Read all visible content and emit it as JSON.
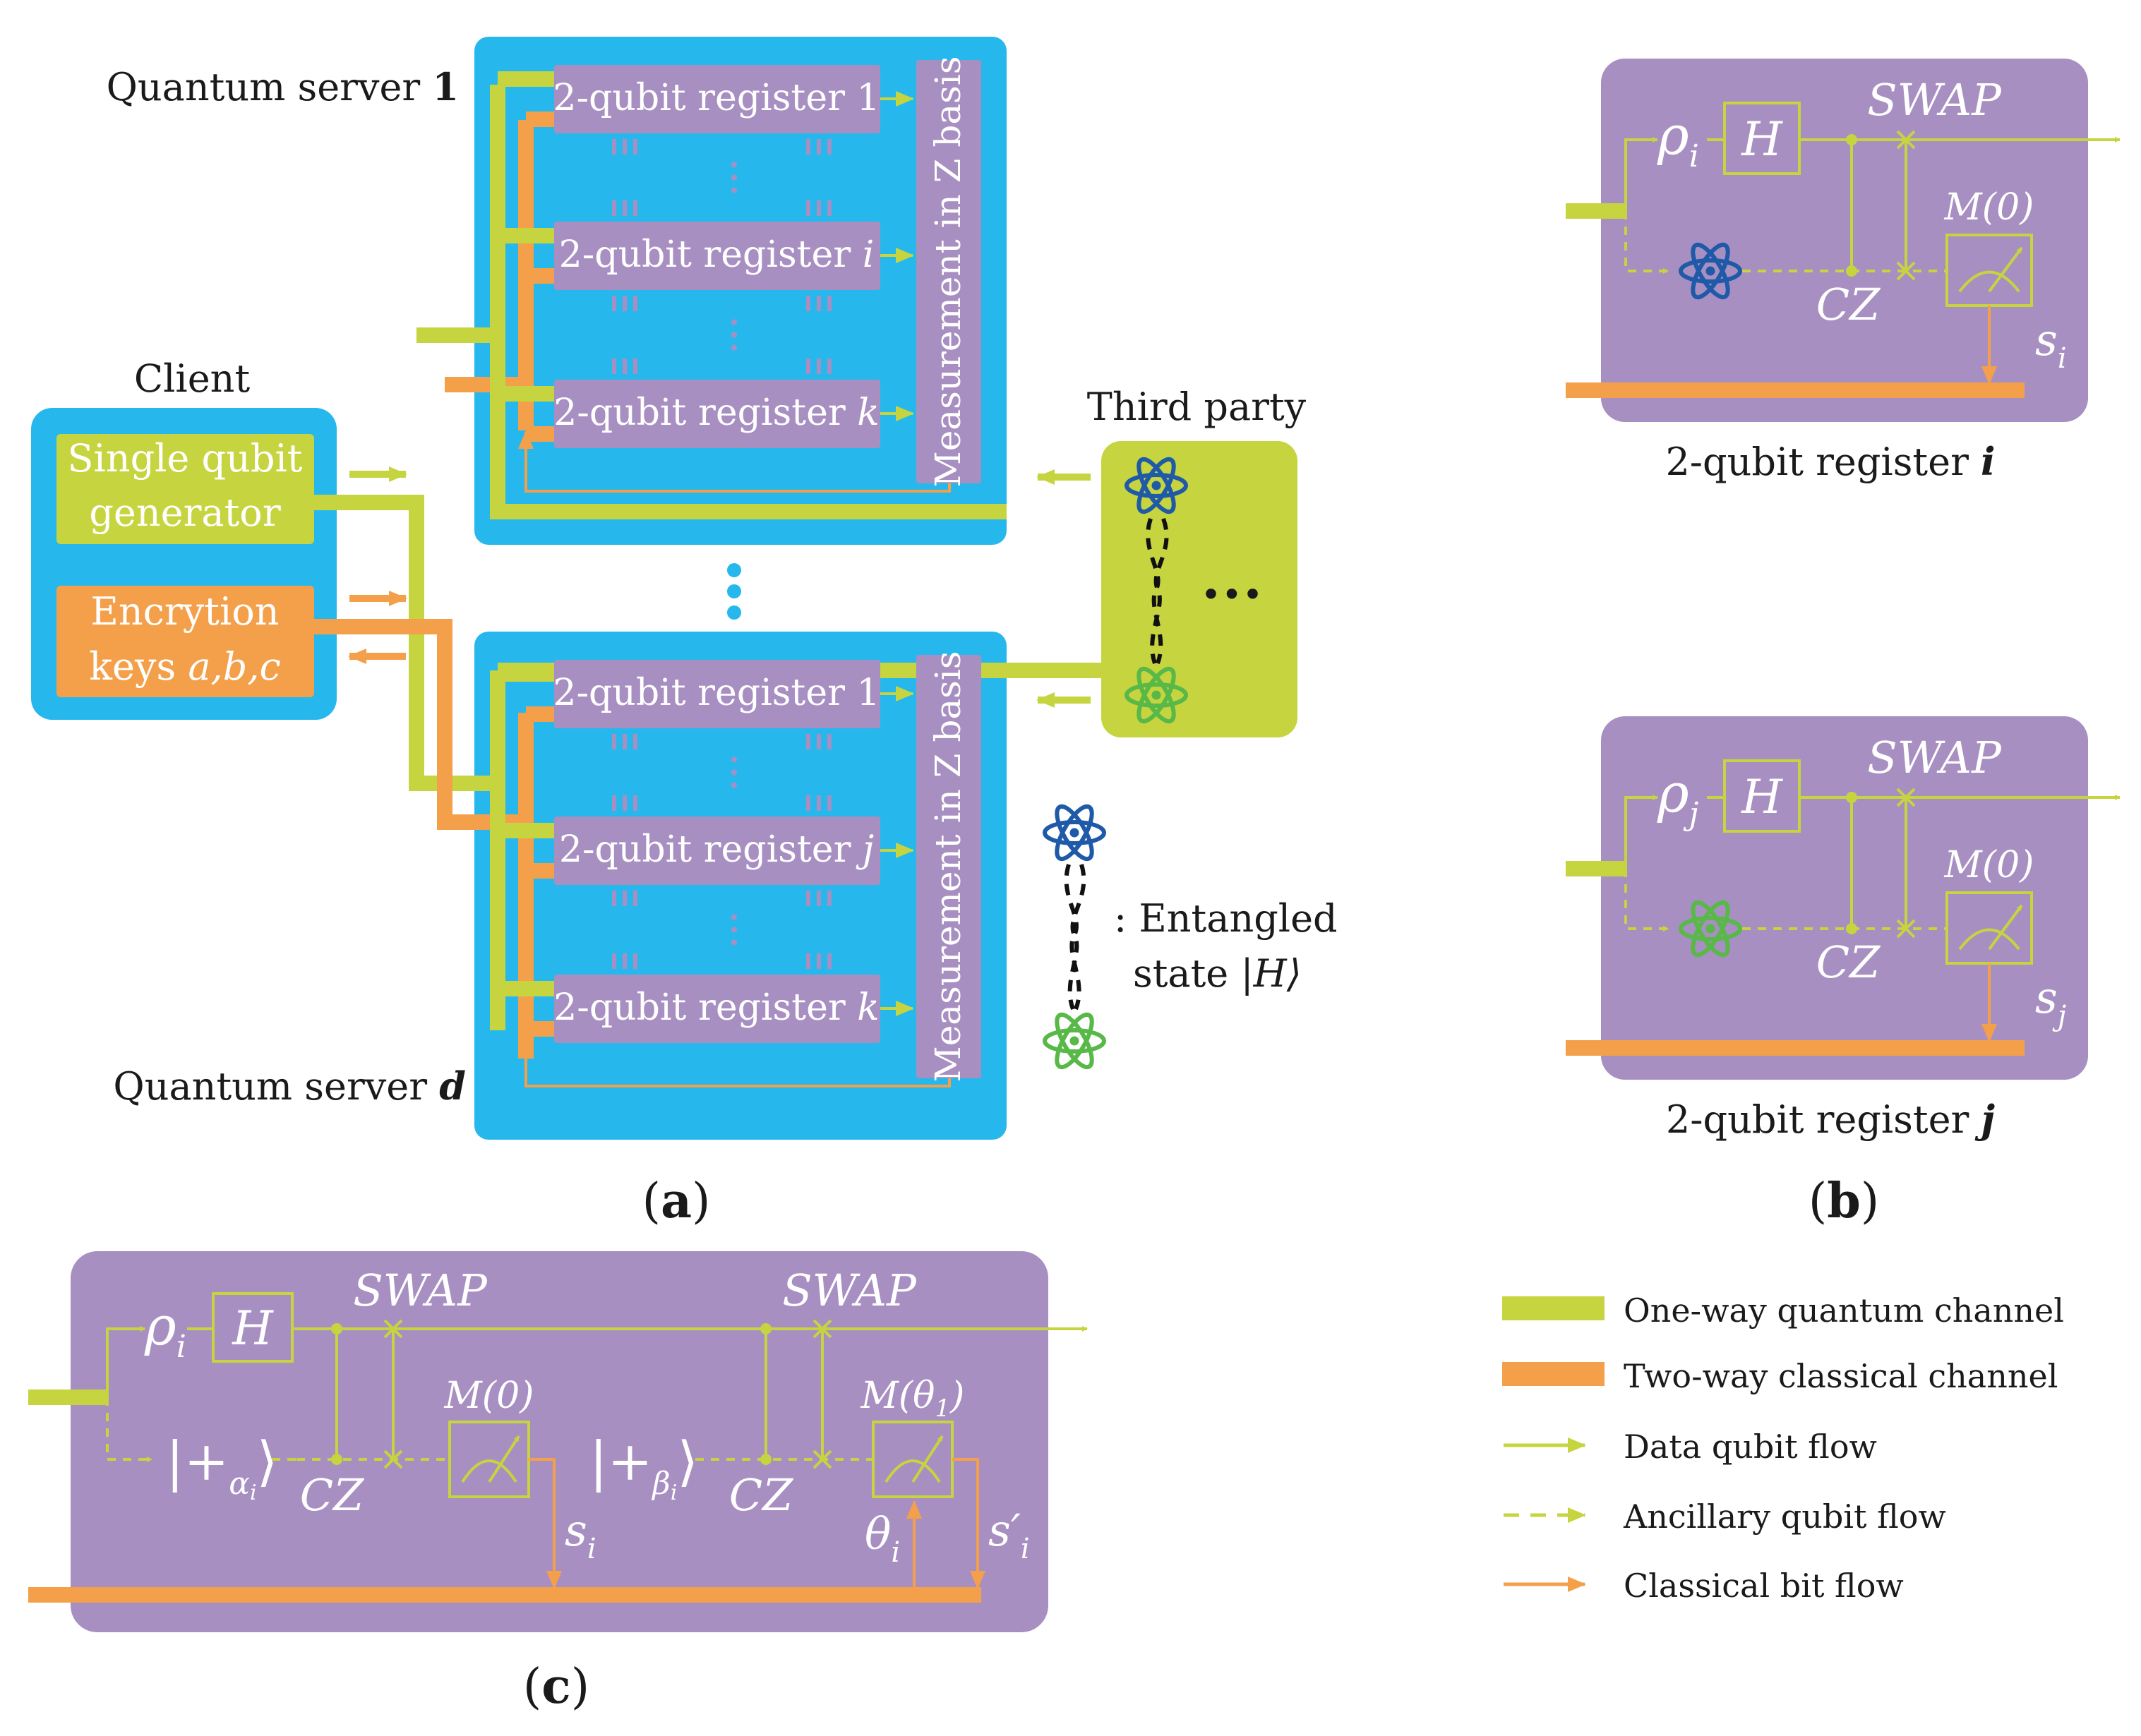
{
  "colors": {
    "server_bg": "#26b8ec",
    "register_box": "#a88fc2",
    "quantum_green": "#c6d43f",
    "classical_orange": "#f4a04a",
    "atom_blue": "#1f5aa8",
    "atom_green": "#58b848",
    "text_white": "#ffffff",
    "text_dark": "#1a1a1a"
  },
  "panel_a": {
    "label_paren_open": "(",
    "label_letter": "a",
    "label_paren_close": ")",
    "client": {
      "title": "Client",
      "qubit_generator": {
        "line1": "Single qubit",
        "line2": "generator"
      },
      "keys": {
        "line1": "Encrytion",
        "line2_prefix": "keys",
        "keys_italic": "a,b,c"
      }
    },
    "server_top": {
      "title": "Quantum server",
      "index": "1",
      "registers": [
        {
          "prefix": "2-qubit register",
          "index": "1"
        },
        {
          "prefix": "2-qubit register",
          "index": "i"
        },
        {
          "prefix": "2-qubit register",
          "index": "k"
        }
      ],
      "measurement": "Measurement in Z basis"
    },
    "server_bottom": {
      "title": "Quantum server",
      "index": "d",
      "registers": [
        {
          "prefix": "2-qubit register",
          "index": "1"
        },
        {
          "prefix": "2-qubit register",
          "index": "j"
        },
        {
          "prefix": "2-qubit register",
          "index": "k"
        }
      ],
      "measurement": "Measurement in Z basis"
    },
    "third_party": {
      "title": "Third party",
      "ellipsis": "•••"
    },
    "entangled_legend": {
      "line1": ": Entangled",
      "line2_prefix": "state",
      "state": "|H⟩"
    }
  },
  "panel_b": {
    "label_paren_open": "(",
    "label_letter": "b",
    "label_paren_close": ")",
    "circuits": [
      {
        "rho": "ρ",
        "rho_sub": "i",
        "gate_h": "H",
        "swap": "SWAP",
        "cz": "CZ",
        "meter": "M(0)",
        "s": "s",
        "s_sub": "i",
        "caption_prefix": "2-qubit register",
        "caption_index": "i"
      },
      {
        "rho": "ρ",
        "rho_sub": "j",
        "gate_h": "H",
        "swap": "SWAP",
        "cz": "CZ",
        "meter": "M(0)",
        "s": "s",
        "s_sub": "j",
        "caption_prefix": "2-qubit register",
        "caption_index": "j"
      }
    ]
  },
  "panel_c": {
    "label_paren_open": "(",
    "label_letter": "c",
    "label_paren_close": ")",
    "rho": "ρ",
    "rho_sub": "i",
    "gate_h": "H",
    "swap1": "SWAP",
    "swap2": "SWAP",
    "cz1": "CZ",
    "cz2": "CZ",
    "ket_alpha": "+",
    "ket_alpha_sub": "α",
    "ket_alpha_subsub": "i",
    "ket_beta": "+",
    "ket_beta_sub": "β",
    "ket_beta_subsub": "i",
    "meter1": "M(0)",
    "meter2_prefix": "M(θ",
    "meter2_sub": "1",
    "meter2_suffix": ")",
    "s": "s",
    "s_sub": "i",
    "theta": "θ",
    "theta_sub": "i",
    "s_prime": "s′",
    "s_prime_sub": "i"
  },
  "legend": {
    "items": [
      {
        "label": "One-way quantum channel",
        "style": "thick-green"
      },
      {
        "label": "Two-way classical channel",
        "style": "thick-orange"
      },
      {
        "label": "Data qubit flow",
        "style": "green-arrow"
      },
      {
        "label": "Ancillary qubit flow",
        "style": "green-dashed-arrow"
      },
      {
        "label": "Classical bit flow",
        "style": "orange-arrow"
      }
    ]
  }
}
